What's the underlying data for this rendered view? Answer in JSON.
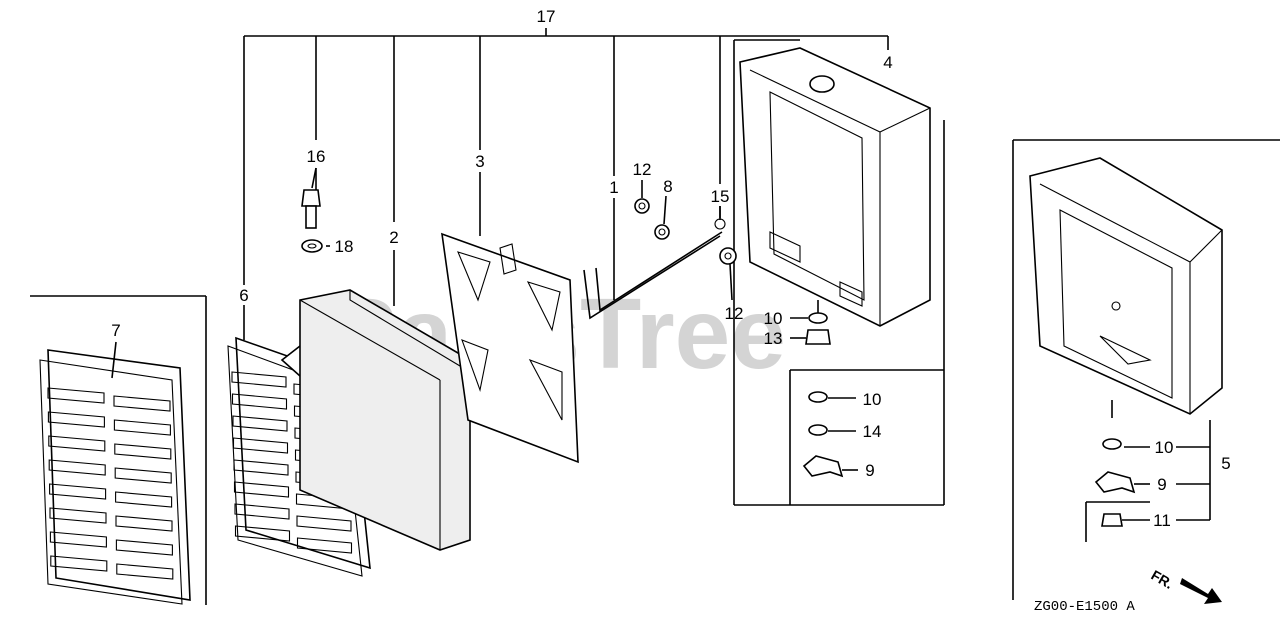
{
  "watermark": "PartsTree",
  "diagram_code": "ZG00-E1500 A",
  "direction_label": "FR.",
  "callouts": {
    "c1": "1",
    "c2": "2",
    "c3": "3",
    "c4": "4",
    "c5": "5",
    "c6": "6",
    "c7": "7",
    "c8": "8",
    "c9a": "9",
    "c9b": "9",
    "c10a": "10",
    "c10b": "10",
    "c10c": "10",
    "c11": "11",
    "c12a": "12",
    "c12b": "12",
    "c13": "13",
    "c14": "14",
    "c15": "15",
    "c16": "16",
    "c17": "17",
    "c18": "18"
  }
}
